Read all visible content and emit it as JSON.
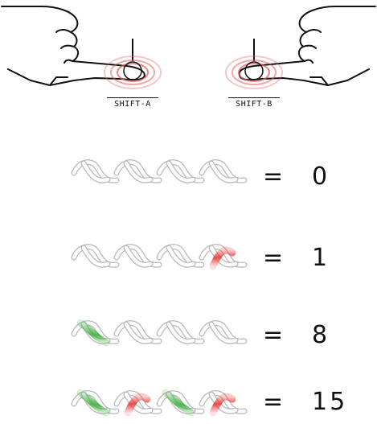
{
  "buttons": [
    {
      "label": "SHIFT-A"
    },
    {
      "label": "SHIFT-B"
    }
  ],
  "equals_sign": "=",
  "rows": [
    {
      "value": "0",
      "lit": [
        false,
        false,
        false,
        false
      ]
    },
    {
      "value": "1",
      "lit": [
        false,
        false,
        false,
        true
      ]
    },
    {
      "value": "8",
      "lit": [
        true,
        false,
        false,
        false
      ]
    },
    {
      "value": "15",
      "lit": [
        true,
        true,
        true,
        true
      ]
    }
  ],
  "colors": {
    "ring": "#e06060",
    "bit_red": "#e83838",
    "bit_green": "#3fae3f",
    "outline": "#b8b8b8"
  }
}
